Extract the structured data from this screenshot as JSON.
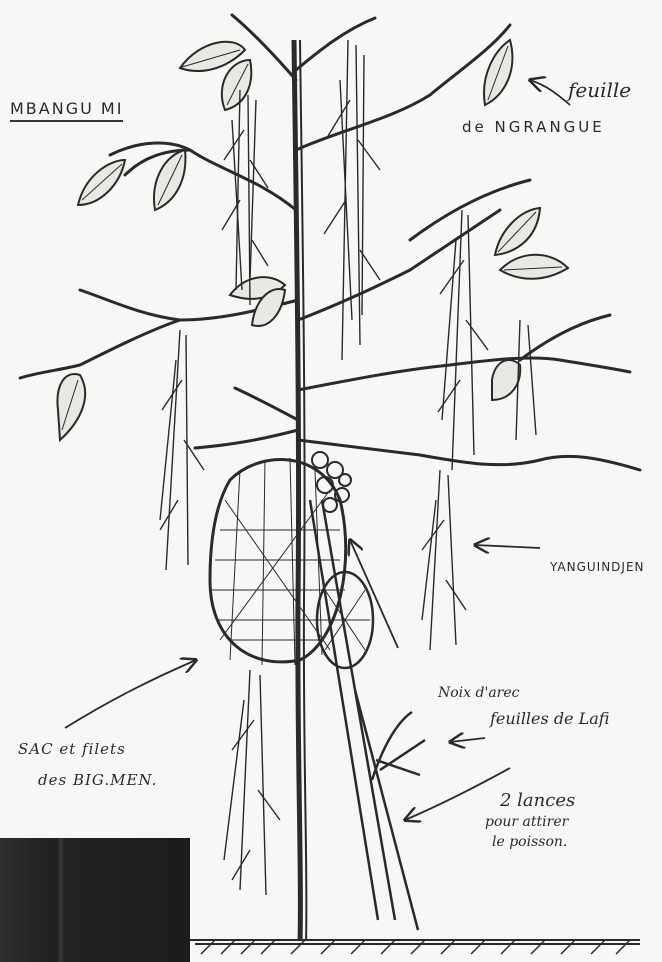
{
  "title": "MBANGU MI",
  "labels": {
    "feuille_l1": "feuille",
    "feuille_l2": "de NGRANGUE",
    "yanguindjen": "YANGUINDJEN",
    "noix_l1": "Noix d'arec",
    "noix_l2": "feuilles de Lafi",
    "sac_l1": "SAC et filets",
    "sac_l2": "des BIG.MEN.",
    "lances_l1": "2 lances",
    "lances_l2": "pour attirer",
    "lances_l3": "le poisson."
  },
  "colors": {
    "ink": "#2a2a2a",
    "paper": "#f7f7f5",
    "photo_block": "#222222"
  }
}
